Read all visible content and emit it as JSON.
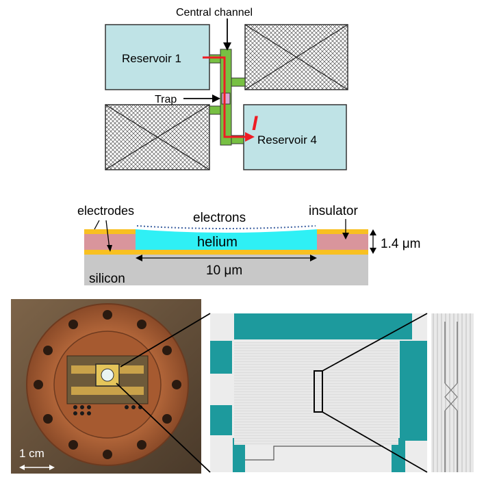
{
  "top_schematic": {
    "central_channel_label": "Central channel",
    "reservoir1_label": "Reservoir 1",
    "reservoir4_label": "Reservoir 4",
    "trap_label": "Trap",
    "current_label": "I",
    "colors": {
      "reservoir_fill": "#bfe3e6",
      "channel_green": "#77c043",
      "trap_pink": "#d7a9d6",
      "current_red": "#ee1c24"
    }
  },
  "cross_section": {
    "electrodes_label": "electrodes",
    "electrons_label": "electrons",
    "insulator_label": "insulator",
    "helium_label": "helium",
    "thickness_label": "1.4 μm",
    "width_label": "10 μm",
    "silicon_label": "silicon",
    "colors": {
      "helium": "#2ff0f5",
      "electrode": "#f8c021",
      "insulator": "#d9959c",
      "silicon": "#c8c8c8",
      "electrons": "#3b5fa0"
    }
  },
  "photos": {
    "scale_label": "1 cm",
    "colors": {
      "copper": "#b86a3c",
      "chip_teal": "#1d9a9d",
      "chip_gray": "#e6e6e6"
    }
  }
}
